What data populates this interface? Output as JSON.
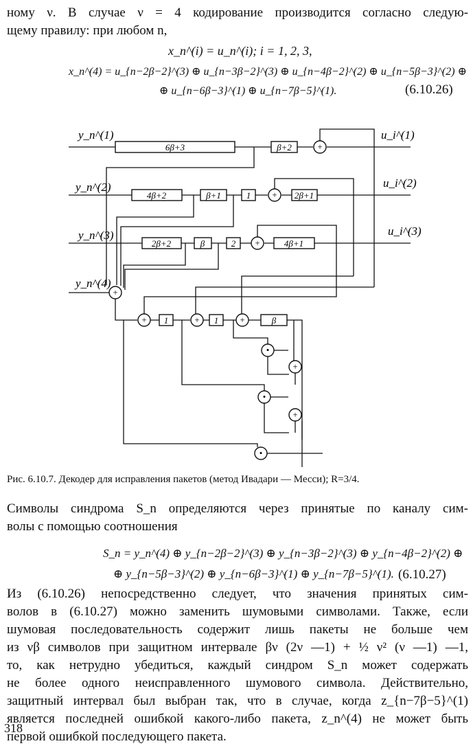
{
  "intro": {
    "line1": "ному ν. В случае ν = 4 кодирование производится согласно следую-",
    "line2": "щему правилу: при любом n,"
  },
  "eq_10_26": {
    "line1": "x_n^(i) = u_n^(i);   i = 1, 2, 3,",
    "line2": "x_n^(4) = u_{n−2β−2}^(3) ⊕ u_{n−3β−2}^(3) ⊕ u_{n−4β−2}^(2) ⊕ u_{n−5β−3}^(2) ⊕",
    "line3": "⊕ u_{n−6β−3}^(1) ⊕ u_{n−7β−5}^(1).",
    "number": "(6.10.26)"
  },
  "figure": {
    "inputs": [
      "y_n^(1)",
      "y_n^(2)",
      "y_n^(3)",
      "y_n^(4)"
    ],
    "outputs": [
      "u_i^(1)",
      "u_i^(2)",
      "u_i^(3)"
    ],
    "delays": [
      "6β+3",
      "β+2",
      "4β+2",
      "β+1",
      "1",
      "2β+1",
      "2β+2",
      "β",
      "2",
      "4β+1",
      "1",
      "1",
      "β"
    ],
    "adder_symbol": "+",
    "and_symbol": "•"
  },
  "caption": "Рис. 6.10.7. Декодер для исправления пакетов (метод Ивадари — Месси); R=3/4.",
  "syndrome_text": {
    "line1": "Символы синдрома S_n определяются через принятые по каналу сим-",
    "line2": "волы с помощью соотношения"
  },
  "eq_10_27": {
    "line1": "S_n = y_n^(4) ⊕ y_{n−2β−2}^(3) ⊕ y_{n−3β−2}^(3) ⊕ y_{n−4β−2}^(2) ⊕",
    "line2": "⊕ y_{n−5β−3}^(2) ⊕ y_{n−6β−3}^(1) ⊕ y_{n−7β−5}^(1).",
    "number": "(6.10.27)"
  },
  "body_text": [
    "Из (6.10.26) непосредственно следует, что значения принятых сим-",
    "волов в (6.10.27) можно заменить шумовыми символами. Также, если",
    "шумовая последовательность содержит лишь пакеты не больше чем",
    "из νβ символов при защитном интервале βν (2ν —1) + ½ ν² (ν —1) —1,",
    "то, как нетрудно убедиться, каждый синдром S_n может содержать",
    "не более одного неисправленного шумового символа. Действительно,",
    "защитный интервал был выбран так, что в случае, когда z_{n−7β−5}^(1)",
    "является последней ошибкой какого-либо пакета, z_n^(4) не может быть",
    "первой ошибкой последующего пакета."
  ],
  "page_number": "318"
}
